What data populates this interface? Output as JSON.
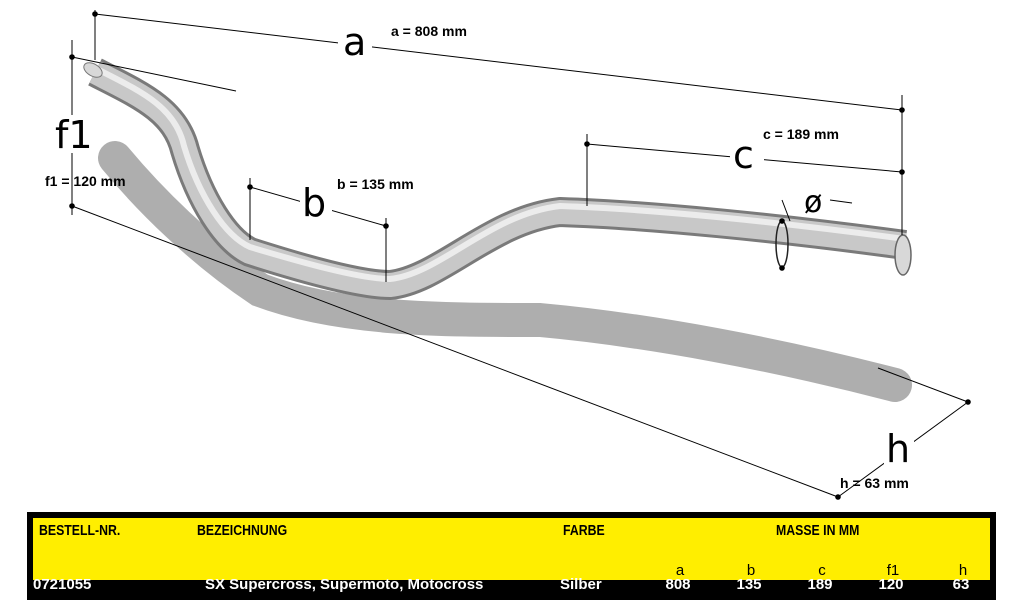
{
  "dimensions": {
    "a": {
      "letter": "a",
      "label": "a = 808 mm"
    },
    "b": {
      "letter": "b",
      "label": "b = 135 mm"
    },
    "c": {
      "letter": "c",
      "label": "c = 189 mm"
    },
    "f1": {
      "letter": "f1",
      "label": "f1 = 120 mm"
    },
    "h": {
      "letter": "h",
      "label": "h = 63 mm"
    },
    "diameter": {
      "symbol": "ø"
    }
  },
  "table": {
    "headers": {
      "order_no": "BESTELL-NR.",
      "name": "BEZEICHNUNG",
      "color": "FARBE",
      "measures": "MASSE IN MM"
    },
    "sub_headers": [
      "a",
      "b",
      "c",
      "f1",
      "h"
    ],
    "row": {
      "order_no": "0721055",
      "name": "SX Supercross, Supermoto, Motocross",
      "color": "Silber",
      "values": [
        "808",
        "135",
        "189",
        "120",
        "63"
      ]
    }
  },
  "colors": {
    "header_band": "#ffee00",
    "table_bg": "#000000",
    "tube": "#b4b4b4",
    "shadow": "#9a9a9a"
  }
}
